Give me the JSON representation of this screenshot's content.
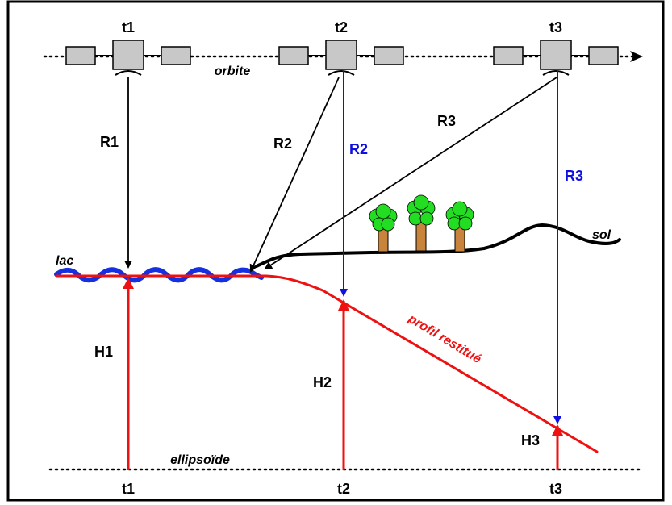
{
  "times_top": [
    "t1",
    "t2",
    "t3"
  ],
  "times_bottom": [
    "t1",
    "t2",
    "t3"
  ],
  "labels": {
    "orbite": "orbite",
    "lac": "lac",
    "sol": "sol",
    "ellipsoide": "ellipsoïde",
    "profil": "profil restitué",
    "R1": "R1",
    "R2_black": "R2",
    "R2_blue": "R2",
    "R3_black": "R3",
    "R3_blue": "R3",
    "H1": "H1",
    "H2": "H2",
    "H3": "H3"
  },
  "colors": {
    "range_blue": "#1010e0",
    "height_red": "#ee1111",
    "satellite_gray": "#c8c8c8",
    "tree_green": "#22dd22",
    "trunk_brown": "#c8843c",
    "lake_blue": "#1530e0"
  }
}
